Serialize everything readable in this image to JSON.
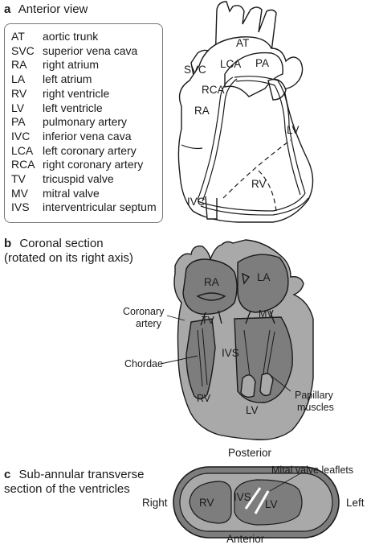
{
  "panel_a": {
    "letter": "a",
    "title": "Anterior view",
    "legend": [
      {
        "abbr": "AT",
        "term": "aortic trunk"
      },
      {
        "abbr": "SVC",
        "term": "superior vena cava"
      },
      {
        "abbr": "RA",
        "term": "right atrium"
      },
      {
        "abbr": "LA",
        "term": "left atrium"
      },
      {
        "abbr": "RV",
        "term": "right ventricle"
      },
      {
        "abbr": "LV",
        "term": "left ventricle"
      },
      {
        "abbr": "PA",
        "term": "pulmonary artery"
      },
      {
        "abbr": "IVC",
        "term": "inferior vena cava"
      },
      {
        "abbr": "LCA",
        "term": "left coronary artery"
      },
      {
        "abbr": "RCA",
        "term": "right coronary artery"
      },
      {
        "abbr": "TV",
        "term": "tricuspid valve"
      },
      {
        "abbr": "MV",
        "term": "mitral valve"
      },
      {
        "abbr": "IVS",
        "term": "interventricular septum"
      }
    ],
    "labels": {
      "at": "AT",
      "svc": "SVC",
      "lca": "LCA",
      "pa": "PA",
      "rca": "RCA",
      "ra": "RA",
      "lv": "LV",
      "rv": "RV",
      "ivc": "IVC"
    }
  },
  "panel_b": {
    "letter": "b",
    "title_line1": "Coronal section",
    "title_line2": "(rotated on its right axis)",
    "labels": {
      "ra": "RA",
      "la": "LA",
      "coronary_1": "Coronary",
      "coronary_2": "artery",
      "tv": "TV",
      "mv": "MV",
      "ivs": "IVS",
      "chordae": "Chordae",
      "rv": "RV",
      "lv": "LV",
      "papillary_1": "Papillary",
      "papillary_2": "muscles"
    }
  },
  "panel_c": {
    "letter": "c",
    "title_line1": "Sub-annular transverse",
    "title_line2": "section of the ventricles",
    "labels": {
      "posterior": "Posterior",
      "anterior": "Anterior",
      "right": "Right",
      "left": "Left",
      "rv": "RV",
      "ivs": "IVS",
      "lv": "LV",
      "mital": "Mital valve leaflets"
    }
  },
  "colors": {
    "tissue": "#a9a9a9",
    "chamber": "#7d7d7d",
    "outline": "#1a1a1a"
  }
}
